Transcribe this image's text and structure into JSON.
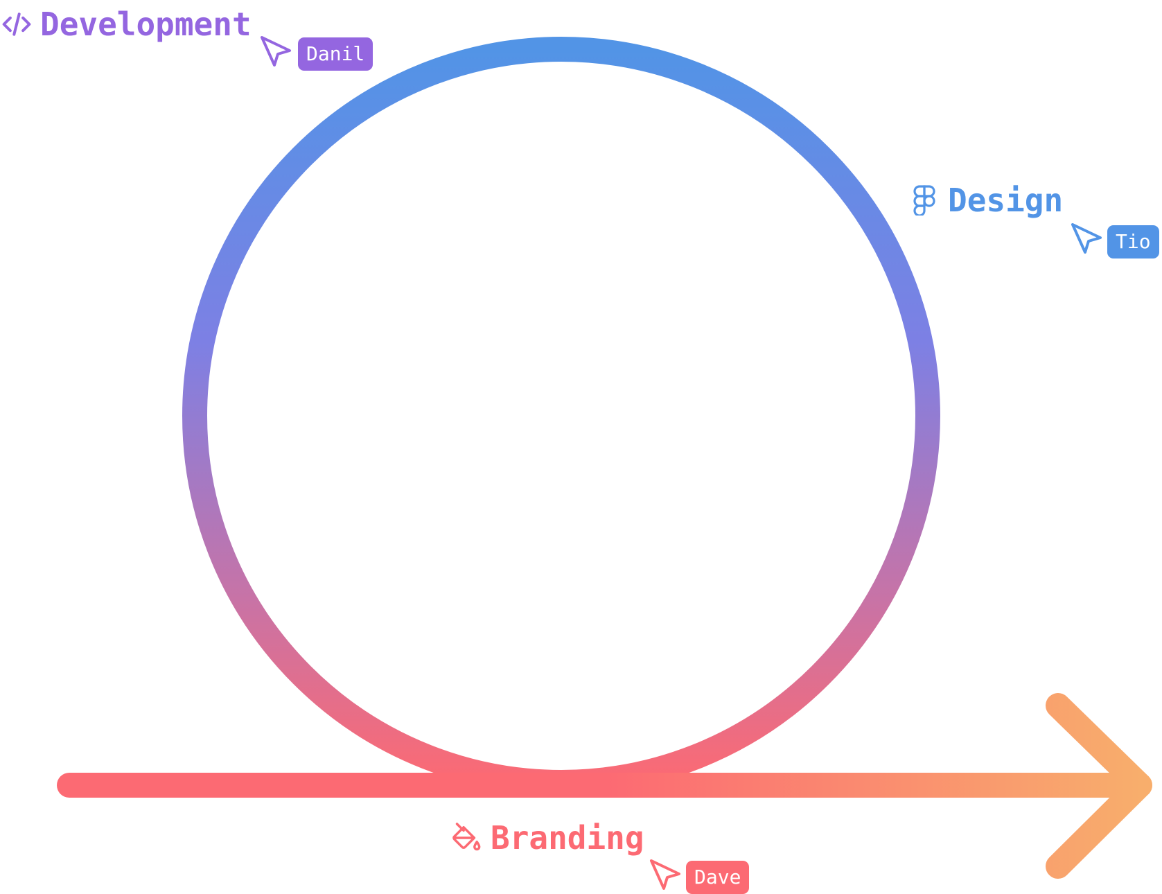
{
  "colors": {
    "development": "#9466e0",
    "design": "#5294e6",
    "branding": "#fc6a73",
    "arrow_start": "#fc6a73",
    "arrow_end": "#f8ae6c"
  },
  "stages": {
    "development": {
      "label": "Development",
      "icon": "code-icon",
      "user": "Danil"
    },
    "design": {
      "label": "Design",
      "icon": "figma-icon",
      "user": "Tio"
    },
    "branding": {
      "label": "Branding",
      "icon": "paint-bucket-icon",
      "user": "Dave"
    }
  }
}
